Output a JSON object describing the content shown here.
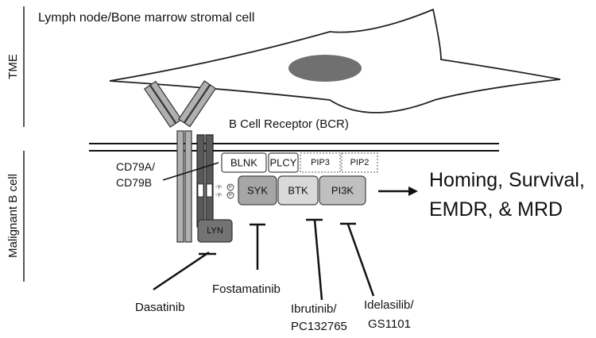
{
  "labels": {
    "stromal_cell": "Lymph node/Bone marrow stromal cell",
    "tme": "TME",
    "malignant_b_cell": "Malignant B cell",
    "bcr": "B Cell Receptor (BCR)",
    "cd79a": "CD79A/",
    "cd79b": "CD79B",
    "y_mark": "-Y-",
    "p_mark": "P"
  },
  "nodes": {
    "blnk": "BLNK",
    "plcy": "PLCY",
    "pip3": "PIP3",
    "pip2": "PIP2",
    "syk": "SYK",
    "btk": "BTK",
    "pi3k": "PI3K",
    "lyn": "LYN"
  },
  "outcome": {
    "line1": "Homing, Survival,",
    "line2": "EMDR, & MRD"
  },
  "inhibitors": {
    "dasatinib": "Dasatinib",
    "fostamatinib": "Fostamatinib",
    "ibrutinib_1": "Ibrutinib/",
    "ibrutinib_2": "PC132765",
    "idelasilib_1": "Idelasilib/",
    "idelasilib_2": "GS1101"
  },
  "colors": {
    "syk": "#a6a6a6",
    "btk": "#d9d9d9",
    "pi3k": "#bfbfbf",
    "lyn": "#737373",
    "nucleus": "#707070",
    "cd79": "#595959",
    "antibody": "#b0b0b0"
  }
}
